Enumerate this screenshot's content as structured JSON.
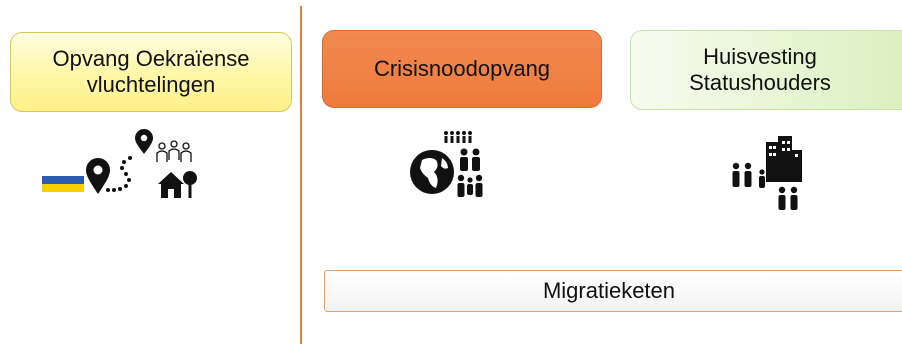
{
  "columns": {
    "ukraine": {
      "label_line1": "Opvang Oekraïense",
      "label_line2": "vluchtelingen"
    },
    "crisis": {
      "label": "Crisisnoodopvang"
    },
    "housing": {
      "label_line1": "Huisvesting",
      "label_line2": "Statushouders"
    }
  },
  "banner": {
    "label": "Migratieketen"
  },
  "icons": {
    "ukraine_group": [
      "ukraine-flag-icon",
      "location-pin-icon",
      "dotted-route-icon",
      "people-group-icon",
      "house-with-tree-icon"
    ],
    "crisis_group": [
      "globe-icon",
      "family-icon"
    ],
    "housing_group": [
      "people-icon",
      "buildings-icon"
    ]
  },
  "colors": {
    "divider": "#e0803e",
    "ukraine_box": "#fff7a6",
    "crisis_box": "#ef7a3c",
    "housing_box": "#e3f3cc",
    "flag_blue": "#2a5db0",
    "flag_yellow": "#f7d000"
  }
}
